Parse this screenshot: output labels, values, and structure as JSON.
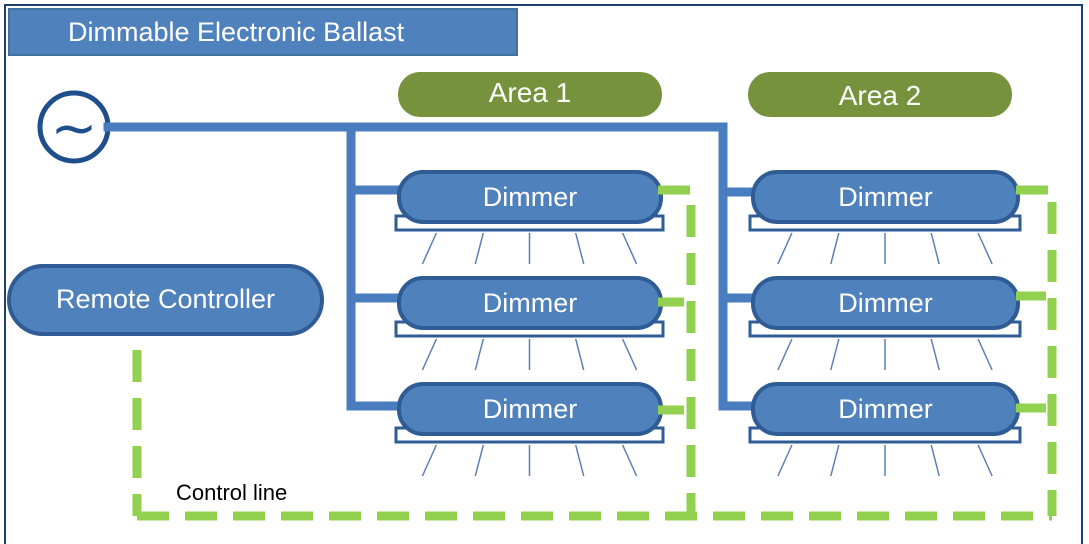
{
  "title": "Dimmable Electronic Ballast",
  "source_symbol": "~",
  "areas": [
    "Area 1",
    "Area 2"
  ],
  "controller_label": "Remote Controller",
  "dimmer_label": "Dimmer",
  "control_line_label": "Control line",
  "colors": {
    "frame": "#1f3f6e",
    "blue_fill": "#4f81bd",
    "blue_stroke": "#2f5c94",
    "wire": "#4a7cc0",
    "area_fill": "#77923c",
    "control_line": "#92d050",
    "lamp_stroke": "#5b7fb5"
  }
}
